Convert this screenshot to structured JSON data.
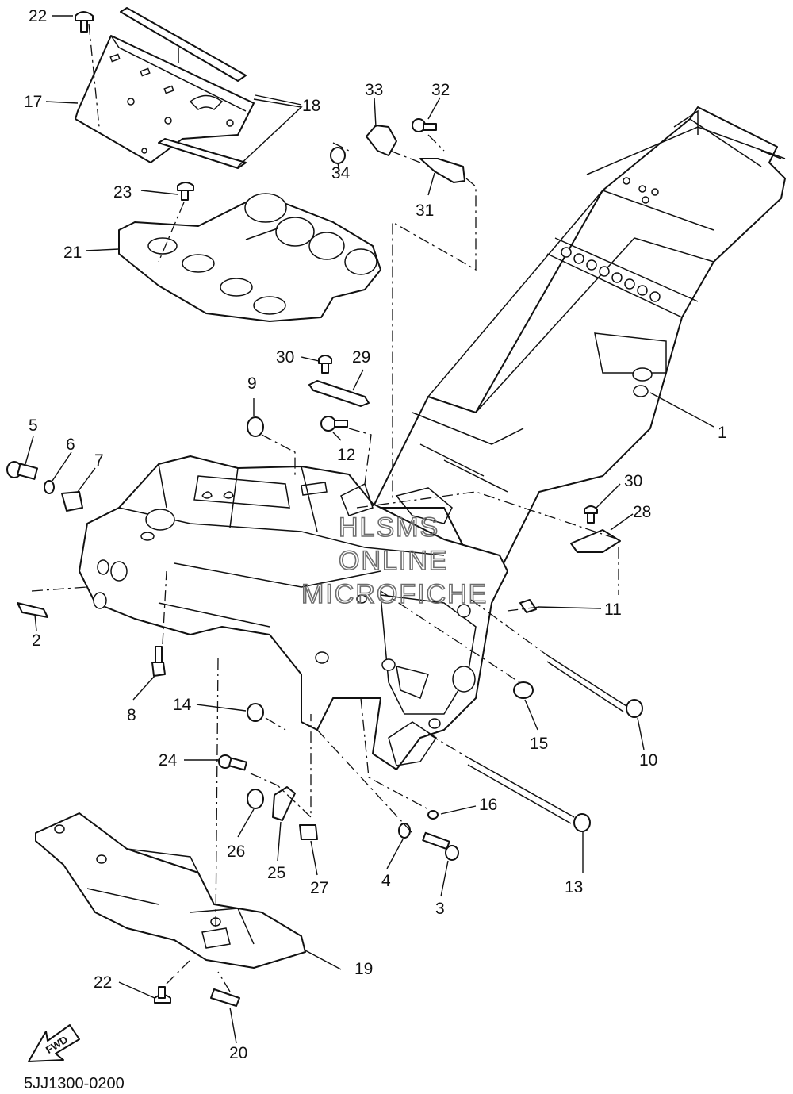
{
  "diagram": {
    "code": "5JJ1300-0200",
    "direction_label": "FWD",
    "watermark": [
      "HLSMS",
      "ONLINE",
      "MICROFICHE"
    ],
    "callouts": [
      {
        "id": "c1",
        "label": "1"
      },
      {
        "id": "c2",
        "label": "2"
      },
      {
        "id": "c3",
        "label": "3"
      },
      {
        "id": "c4",
        "label": "4"
      },
      {
        "id": "c5",
        "label": "5"
      },
      {
        "id": "c6",
        "label": "6"
      },
      {
        "id": "c7",
        "label": "7"
      },
      {
        "id": "c8",
        "label": "8"
      },
      {
        "id": "c9",
        "label": "9"
      },
      {
        "id": "c10",
        "label": "10"
      },
      {
        "id": "c11",
        "label": "11"
      },
      {
        "id": "c12",
        "label": "12"
      },
      {
        "id": "c13",
        "label": "13"
      },
      {
        "id": "c14",
        "label": "14"
      },
      {
        "id": "c15",
        "label": "15"
      },
      {
        "id": "c16",
        "label": "16"
      },
      {
        "id": "c17",
        "label": "17"
      },
      {
        "id": "c18",
        "label": "18"
      },
      {
        "id": "c19",
        "label": "19"
      },
      {
        "id": "c20",
        "label": "20"
      },
      {
        "id": "c21",
        "label": "21"
      },
      {
        "id": "c22a",
        "label": "22"
      },
      {
        "id": "c22b",
        "label": "22"
      },
      {
        "id": "c23",
        "label": "23"
      },
      {
        "id": "c24",
        "label": "24"
      },
      {
        "id": "c25",
        "label": "25"
      },
      {
        "id": "c26",
        "label": "26"
      },
      {
        "id": "c27",
        "label": "27"
      },
      {
        "id": "c28",
        "label": "28"
      },
      {
        "id": "c29",
        "label": "29"
      },
      {
        "id": "c30a",
        "label": "30"
      },
      {
        "id": "c30b",
        "label": "30"
      },
      {
        "id": "c31",
        "label": "31"
      },
      {
        "id": "c32",
        "label": "32"
      },
      {
        "id": "c33",
        "label": "33"
      },
      {
        "id": "c34",
        "label": "34"
      }
    ]
  }
}
